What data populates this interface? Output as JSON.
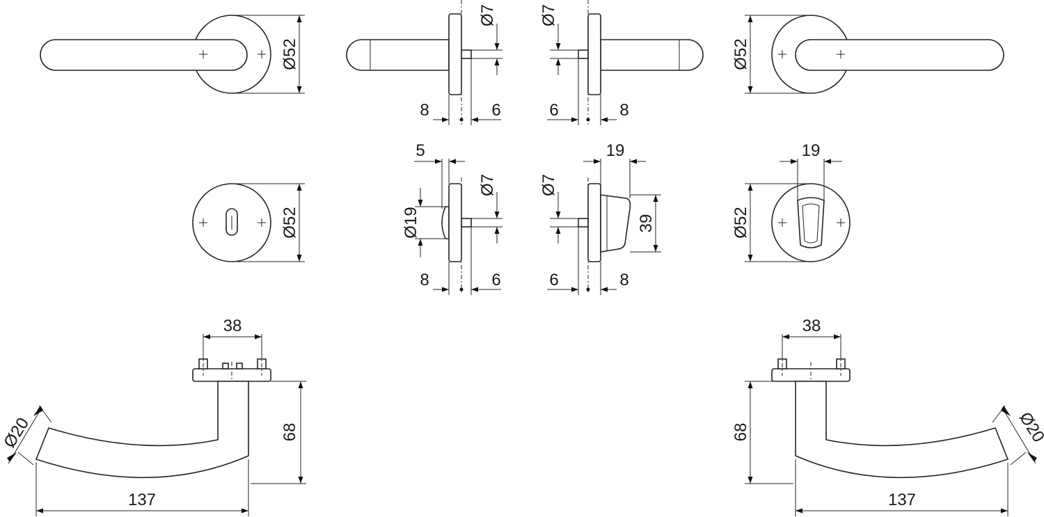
{
  "dimensions": {
    "rose_diameter": "Ø52",
    "spindle_diameter": "Ø7",
    "turn_knob_diameter": "Ø19",
    "left_offset": "8",
    "right_offset": "6",
    "knob_depth": "5",
    "turn_width": "19",
    "turn_height": "39",
    "fixing_spacing": "38",
    "lever_height": "68",
    "lever_length": "137",
    "lever_diameter": "Ø20"
  },
  "colors": {
    "line": "#222222",
    "background": "#ffffff"
  }
}
